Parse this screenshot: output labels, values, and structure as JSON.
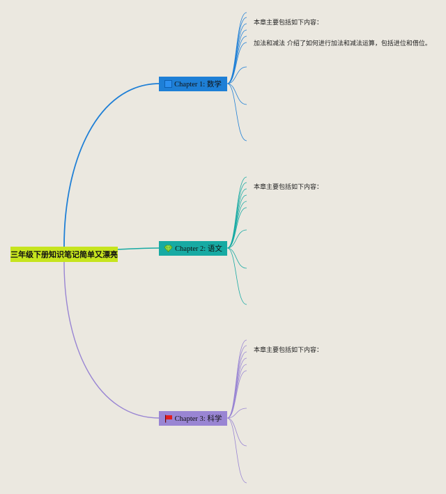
{
  "root": {
    "label": "三年级下册知识笔记简单又漂亮"
  },
  "chapters": [
    {
      "label": "Chapter 1: 数学",
      "icon": "blue-square-icon",
      "color": "#1e7fd6",
      "notes": [
        "本章主要包括如下内容：",
        "加法和减法 介绍了如何进行加法和减法运算，包括进位和借位。"
      ]
    },
    {
      "label": "Chapter 2: 语文",
      "icon": "gem-icon",
      "color": "#17aaa3",
      "notes": [
        "本章主要包括如下内容："
      ]
    },
    {
      "label": "Chapter 3: 科学",
      "icon": "red-flag-icon",
      "color": "#9985d3",
      "notes": [
        "本章主要包括如下内容："
      ]
    }
  ]
}
